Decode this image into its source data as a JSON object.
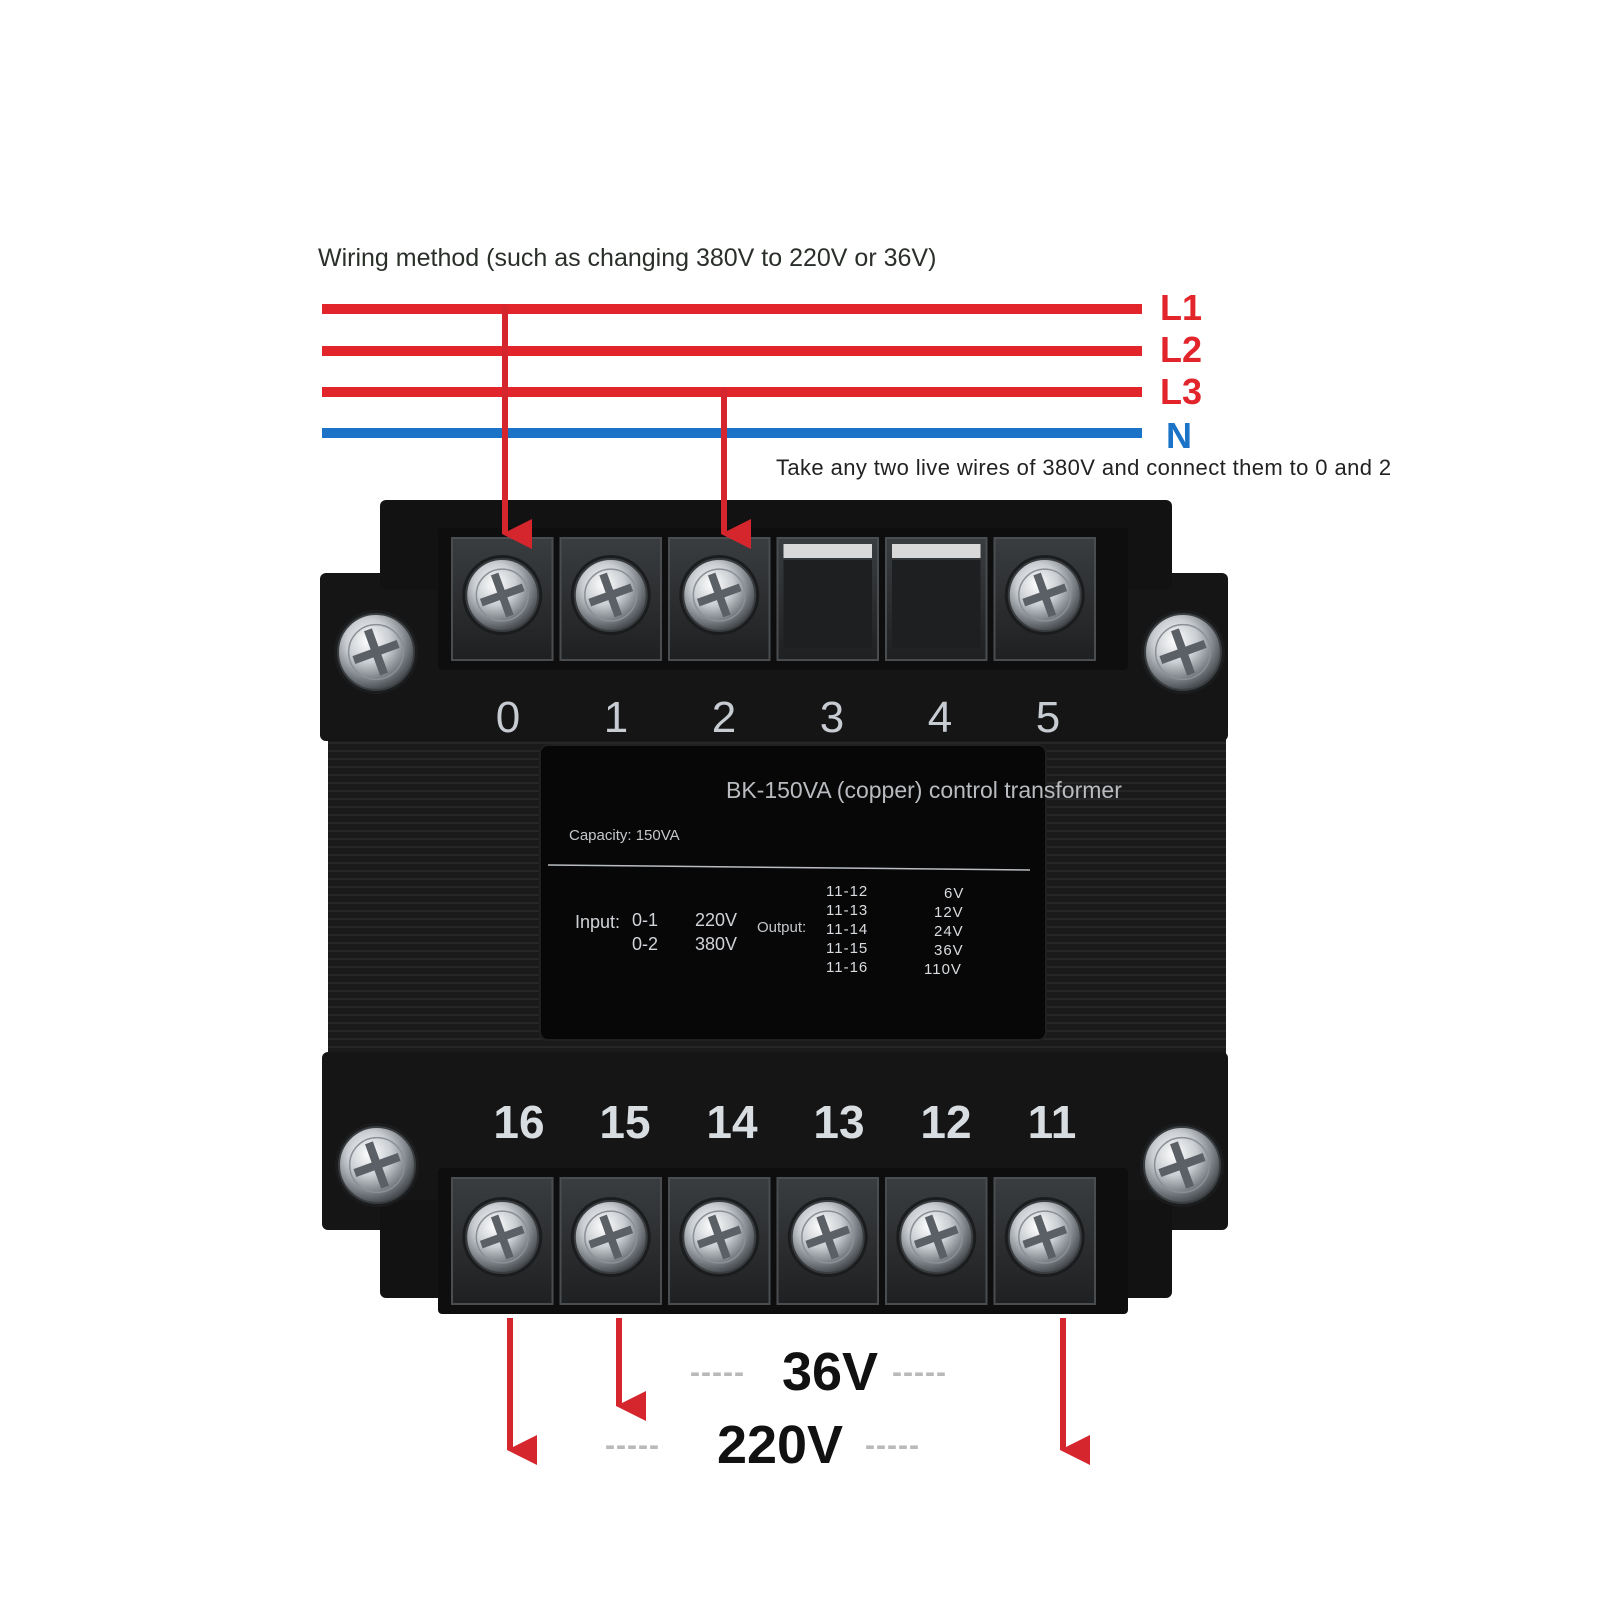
{
  "title": "Wiring method (such as changing 380V to 220V or 36V)",
  "supply_lines": [
    {
      "label": "L1",
      "color": "#e2242b"
    },
    {
      "label": "L2",
      "color": "#e2242b"
    },
    {
      "label": "L3",
      "color": "#e2242b"
    },
    {
      "label": "N",
      "color": "#1a73c7"
    }
  ],
  "instruction": "Take any two live wires of 380V and connect them to 0 and 2",
  "top_terminals": [
    "0",
    "1",
    "2",
    "3",
    "4",
    "5"
  ],
  "bottom_terminals": [
    "16",
    "15",
    "14",
    "13",
    "12",
    "11"
  ],
  "nameplate": {
    "title": "BK-150VA (copper) control transformer",
    "capacity": "Capacity: 150VA",
    "input_label": "Input:",
    "inputs": [
      {
        "pins": "0-1",
        "voltage": "220V"
      },
      {
        "pins": "0-2",
        "voltage": "380V"
      }
    ],
    "output_label": "Output:",
    "outputs": [
      {
        "pins": "11-12",
        "voltage": "6V"
      },
      {
        "pins": "11-13",
        "voltage": "12V"
      },
      {
        "pins": "11-14",
        "voltage": "24V"
      },
      {
        "pins": "11-15",
        "voltage": "36V"
      },
      {
        "pins": "11-16",
        "voltage": "110V"
      }
    ]
  },
  "outputs_shown": [
    {
      "label": "36V",
      "dash_left": "-----",
      "dash_right": "-----"
    },
    {
      "label": "220V",
      "dash_left": "-----",
      "dash_right": "-----"
    }
  ],
  "colors": {
    "live_wire": "#e2242b",
    "neutral_wire": "#1a73c7",
    "arrow": "#d6262d",
    "body": "#141414"
  }
}
